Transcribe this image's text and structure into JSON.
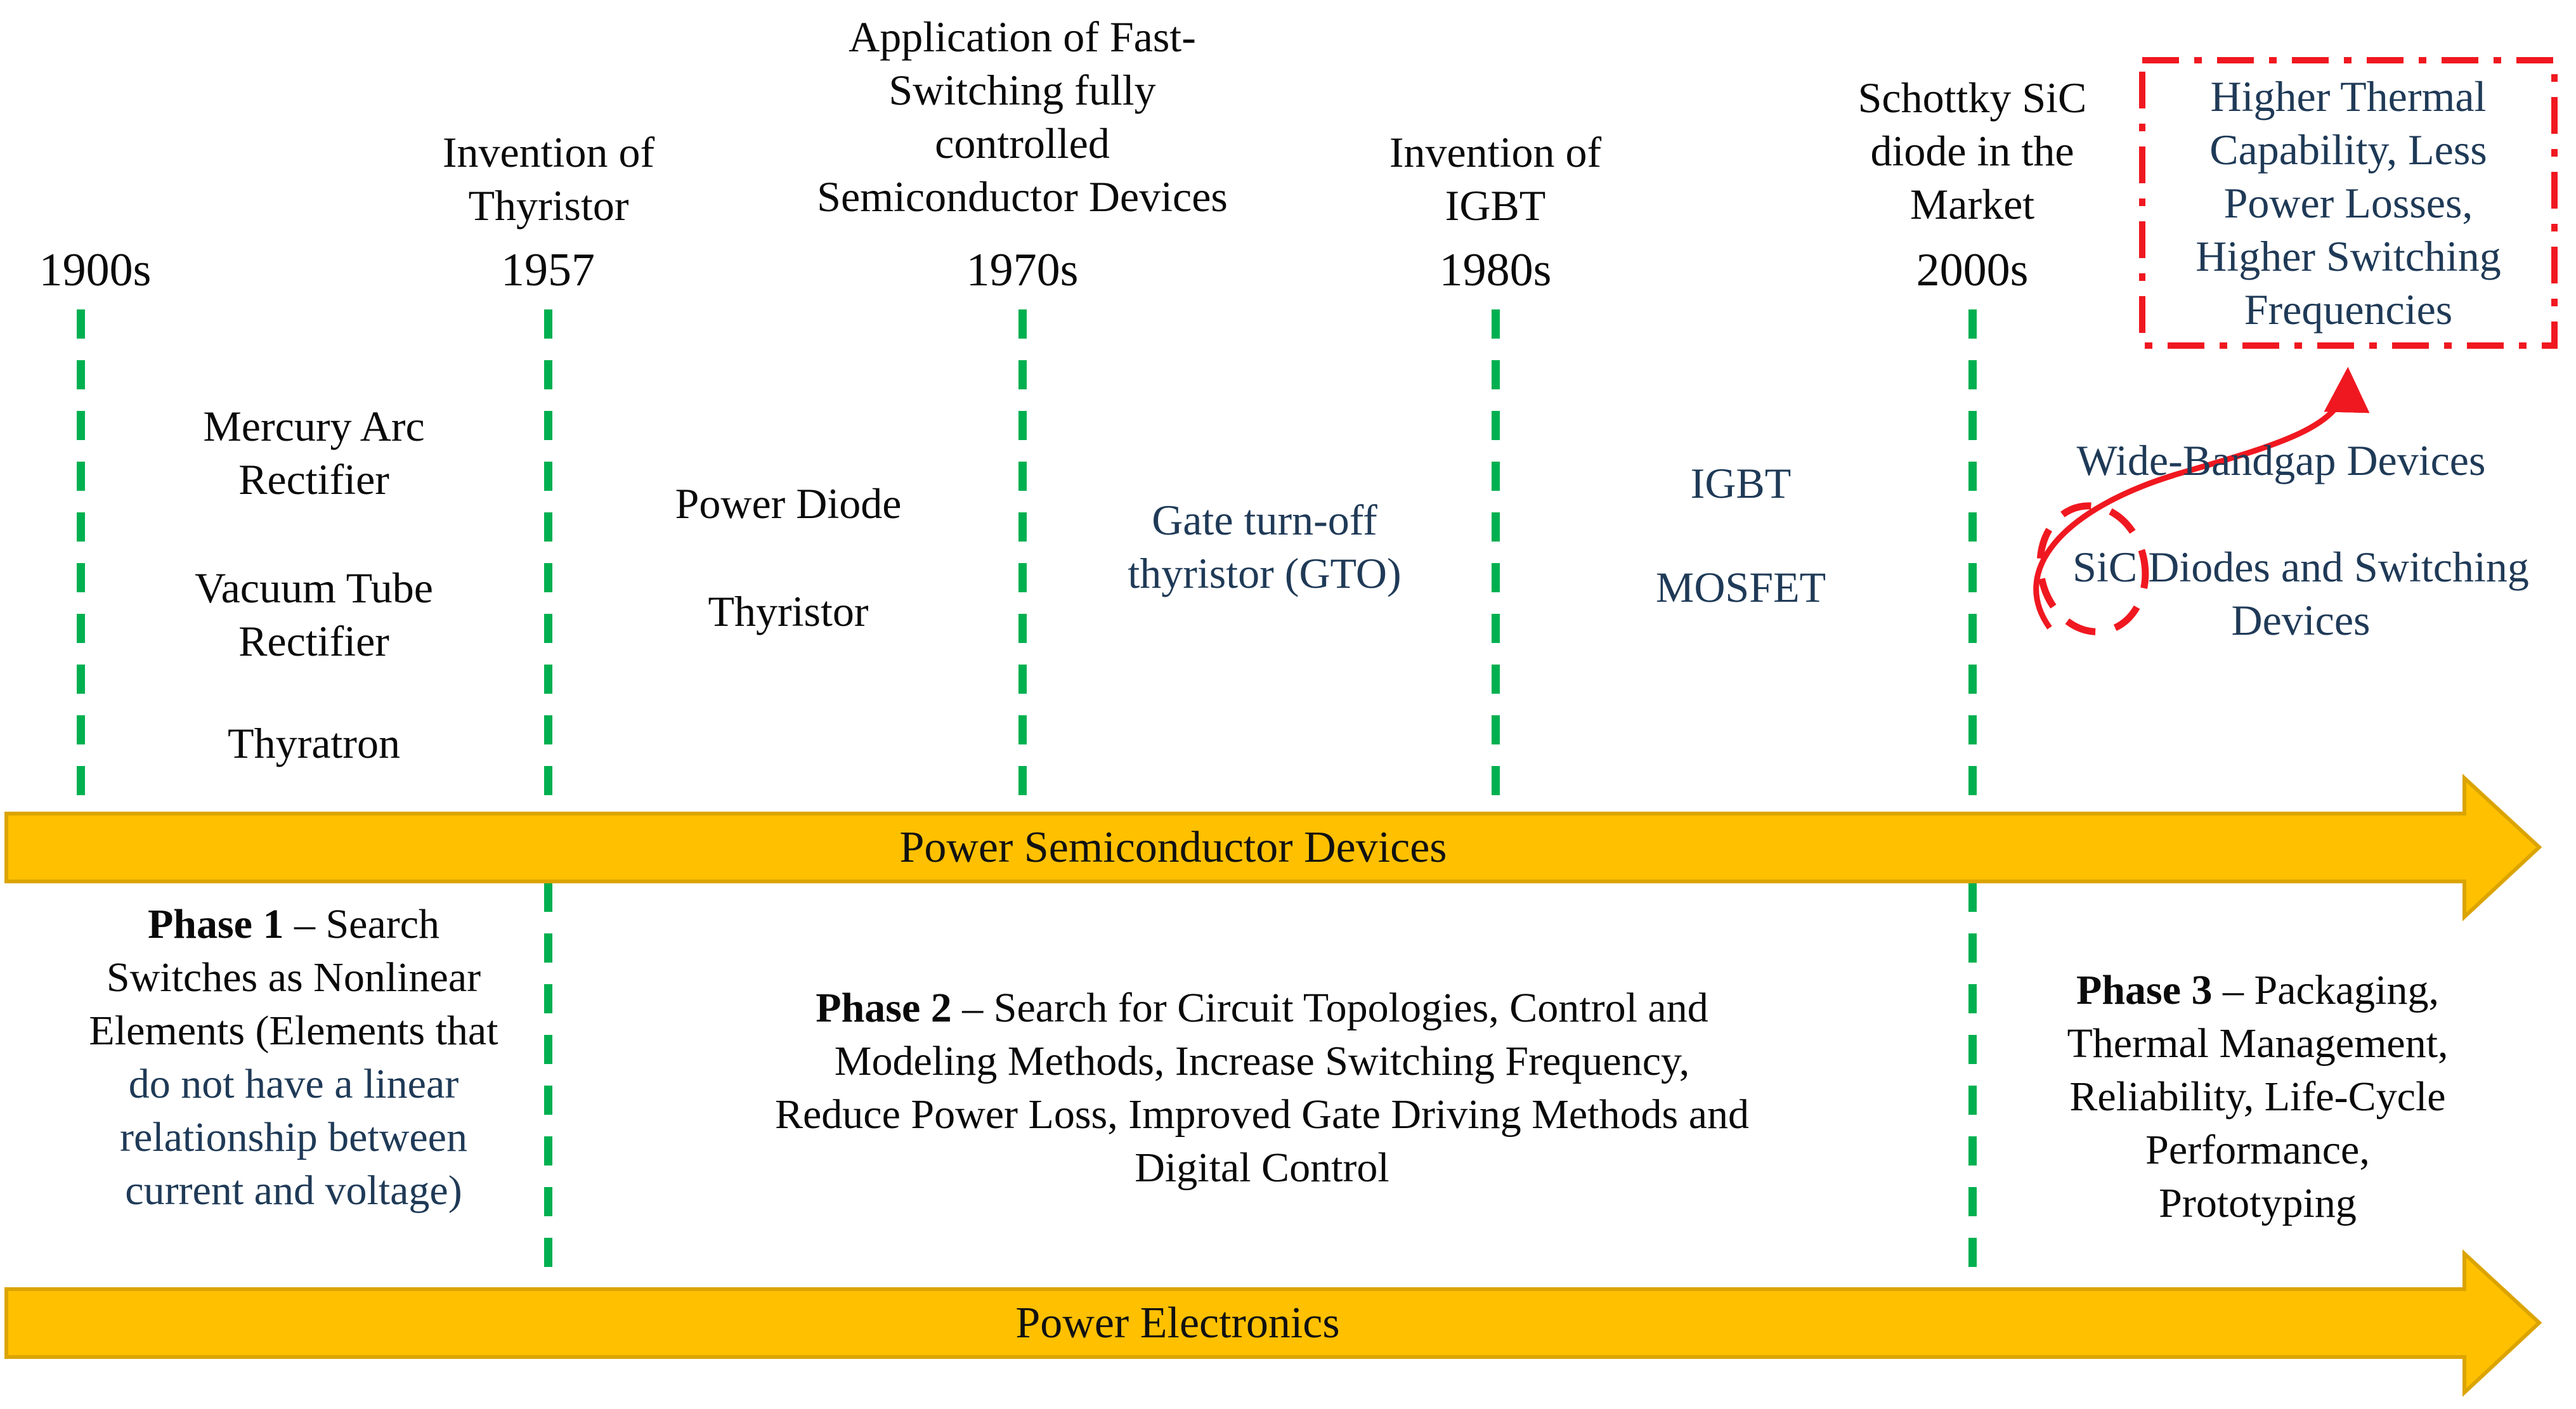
{
  "colors": {
    "timeline_green": "#00b050",
    "band_fill": "#ffc000",
    "band_edge": "#dba400",
    "highlight_red": "#f01820",
    "navy_text": "#1f3a57",
    "black_text": "#0a0a0a"
  },
  "eras": [
    {
      "date": "1900s",
      "event": ""
    },
    {
      "date": "1957",
      "event": "Invention of\nThyristor"
    },
    {
      "date": "1970s",
      "event": "Application of Fast-\nSwitching fully\ncontrolled\nSemiconductor Devices"
    },
    {
      "date": "1980s",
      "event": "Invention of\nIGBT"
    },
    {
      "date": "2000s",
      "event": "Schottky SiC\ndiode in the\nMarket"
    }
  ],
  "devices": {
    "mercury_arc_rectifier": "Mercury Arc\nRectifier",
    "vacuum_tube_rectifier": "Vacuum Tube\nRectifier",
    "thyratron": "Thyratron",
    "power_diode": "Power Diode",
    "thyristor": "Thyristor",
    "gate_turn_off_thyristor": "Gate turn-off\nthyristor (GTO)",
    "igbt": "IGBT",
    "mosfet": "MOSFET",
    "wide_bandgap_devices": "Wide-Bandgap Devices",
    "sic_diodes": "SiC Diodes and Switching\nDevices"
  },
  "callout": {
    "benefits": "Higher Thermal\nCapability, Less\nPower Losses,\nHigher Switching\nFrequencies"
  },
  "bands": {
    "top": "Power Semiconductor Devices",
    "bottom": "Power Electronics"
  },
  "phases": {
    "phase1_title": "Phase 1",
    "phase1_body_black": " – Search\nSwitches as Nonlinear\nElements (Elements that\n",
    "phase1_body_navy": "do not have a linear\nrelationship between\ncurrent and voltage)",
    "phase2_title": "Phase 2",
    "phase2_body": " – Search for Circuit Topologies, Control and\nModeling Methods, Increase Switching Frequency,\nReduce Power Loss, Improved Gate Driving Methods and\nDigital Control",
    "phase3_title": "Phase 3",
    "phase3_body": " – Packaging,\nThermal Management,\nReliability, Life-Cycle\nPerformance,\nPrototyping"
  }
}
